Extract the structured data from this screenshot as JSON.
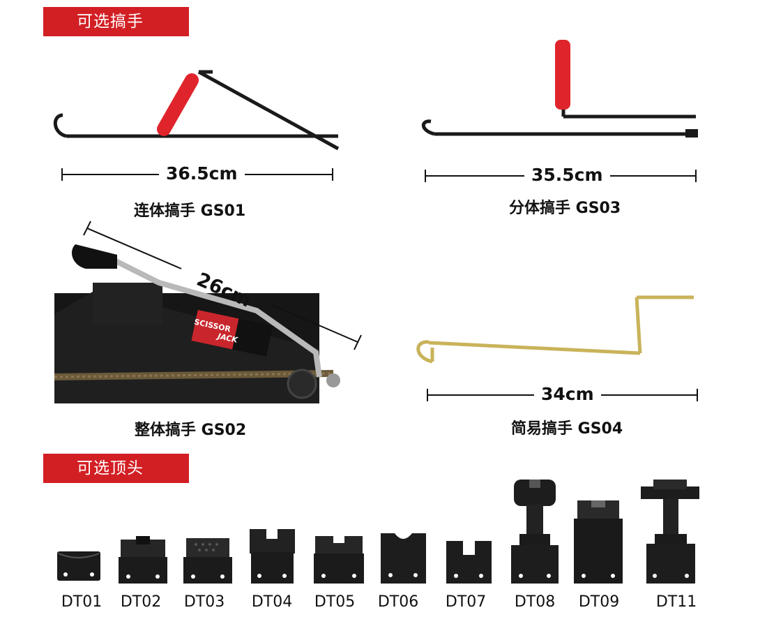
{
  "sections": {
    "handles_title": "可选搞手",
    "heads_title": "可选顶头"
  },
  "handles": [
    {
      "caption": "连体搞手 GS01",
      "length": "36.5cm"
    },
    {
      "caption": "分体搞手 GS03",
      "length": "35.5cm"
    },
    {
      "caption": "整体搞手 GS02",
      "length": "26cm"
    },
    {
      "caption": "简易搞手 GS04",
      "length": "34cm"
    }
  ],
  "jack_label": {
    "line1": "SCISSOR",
    "line2": "JACK"
  },
  "heads": [
    "DT01",
    "DT02",
    "DT03",
    "DT04",
    "DT05",
    "DT06",
    "DT07",
    "DT08",
    "DT09",
    "DT11"
  ],
  "colors": {
    "banner": "#d21f24",
    "grip": "#e0242b",
    "steel": "#1a1a1a",
    "zinc": "#c9b35a"
  }
}
